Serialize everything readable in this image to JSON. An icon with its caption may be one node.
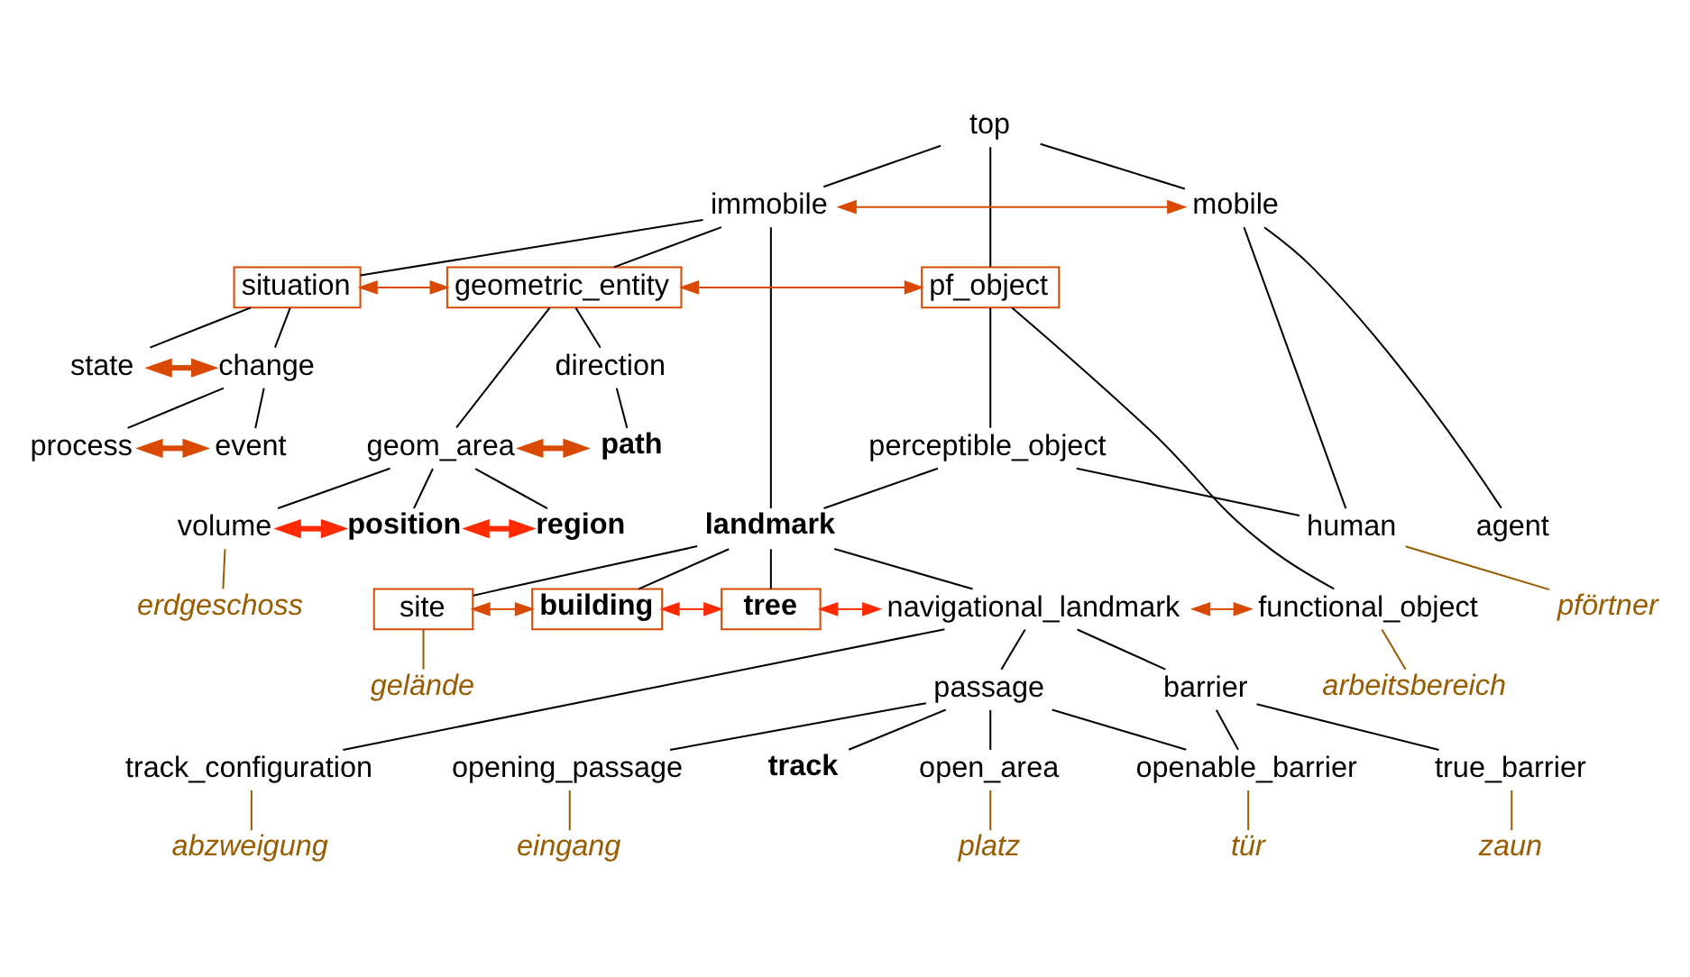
{
  "diagram": {
    "nodes": [
      {
        "text": [
          "top"
        ]
      },
      {
        "text": [
          "immobile"
        ]
      },
      {
        "text": [
          "mobile"
        ]
      },
      {
        "text": [
          "situation"
        ]
      },
      {
        "text": [
          "geometric_entity"
        ]
      },
      {
        "text": [
          "pf_object"
        ]
      },
      {
        "text": [
          "state"
        ]
      },
      {
        "text": [
          "change"
        ]
      },
      {
        "text": [
          "direction"
        ]
      },
      {
        "text": [
          "process"
        ]
      },
      {
        "text": [
          "event"
        ]
      },
      {
        "text": [
          "geom_area"
        ]
      },
      {
        "text": [
          "path"
        ]
      },
      {
        "text": [
          "perceptible_object"
        ]
      },
      {
        "text": [
          "volume"
        ]
      },
      {
        "text": [
          "position"
        ]
      },
      {
        "text": [
          "region"
        ]
      },
      {
        "text": [
          "landmark"
        ]
      },
      {
        "text": [
          "human"
        ]
      },
      {
        "text": [
          "agent"
        ]
      },
      {
        "text": [
          "erdgeschoss"
        ]
      },
      {
        "text": [
          "pförtner"
        ]
      },
      {
        "text": [
          "site"
        ]
      },
      {
        "text": [
          "building"
        ]
      },
      {
        "text": [
          "tree"
        ]
      },
      {
        "text": [
          "navigational_landmark"
        ]
      },
      {
        "text": [
          "functional_object"
        ]
      },
      {
        "text": [
          "gelände"
        ]
      },
      {
        "text": [
          "barrier"
        ]
      },
      {
        "text": [
          "passage"
        ]
      },
      {
        "text": [
          "arbeitsbereich"
        ]
      },
      {
        "text": [
          "true_barrier"
        ]
      },
      {
        "text": [
          "openable_barrier"
        ]
      },
      {
        "text": [
          "opening_passage"
        ]
      },
      {
        "text": [
          "track"
        ]
      },
      {
        "text": [
          "open_area"
        ]
      },
      {
        "text": [
          "track_configuration"
        ]
      },
      {
        "text": [
          "zaun"
        ]
      },
      {
        "text": [
          "tür"
        ]
      },
      {
        "text": [
          "eingang"
        ]
      },
      {
        "text": [
          "platz"
        ]
      },
      {
        "text": [
          "abzweigung"
        ]
      }
    ],
    "edges": [
      {
        "from": 0,
        "to": 1,
        "arrow": "none"
      },
      {
        "from": 0,
        "to": 2,
        "arrow": "none"
      },
      {
        "from": 0,
        "to": 5,
        "arrow": "none"
      },
      {
        "from": 1,
        "to": 2,
        "arrow": "both",
        "color": "#d94a00"
      },
      {
        "from": 1,
        "to": 3,
        "arrow": "none"
      },
      {
        "from": 1,
        "to": 4,
        "arrow": "none"
      },
      {
        "from": 1,
        "to": 17,
        "arrow": "none"
      },
      {
        "from": 2,
        "to": 18,
        "arrow": "none"
      },
      {
        "from": 2,
        "to": 19,
        "arrow": "none"
      },
      {
        "from": 3,
        "to": 4,
        "arrow": "both",
        "color": "#d94a00"
      },
      {
        "from": 4,
        "to": 5,
        "arrow": "both",
        "color": "#d94a00"
      },
      {
        "from": 3,
        "to": 6,
        "arrow": "none"
      },
      {
        "from": 3,
        "to": 7,
        "arrow": "none"
      },
      {
        "from": 6,
        "to": 7,
        "arrow": "both",
        "style": "thick",
        "color": "#d94a00"
      },
      {
        "from": 4,
        "to": 11,
        "arrow": "none"
      },
      {
        "from": 4,
        "to": 8,
        "arrow": "none"
      },
      {
        "from": 8,
        "to": 12,
        "arrow": "none"
      },
      {
        "from": 5,
        "to": 13,
        "arrow": "none"
      },
      {
        "from": 5,
        "to": 26,
        "arrow": "none"
      },
      {
        "from": 7,
        "to": 9,
        "arrow": "none"
      },
      {
        "from": 7,
        "to": 10,
        "arrow": "none"
      },
      {
        "from": 9,
        "to": 10,
        "arrow": "both",
        "style": "thick",
        "color": "#d94a00"
      },
      {
        "from": 11,
        "to": 12,
        "arrow": "both",
        "style": "thick",
        "color": "#d94a00"
      },
      {
        "from": 13,
        "to": 17,
        "arrow": "none"
      },
      {
        "from": 13,
        "to": 18,
        "arrow": "none"
      },
      {
        "from": 11,
        "to": 14,
        "arrow": "none"
      },
      {
        "from": 11,
        "to": 15,
        "arrow": "none"
      },
      {
        "from": 11,
        "to": 16,
        "arrow": "none"
      },
      {
        "from": 14,
        "to": 15,
        "arrow": "both",
        "style": "thick",
        "color": "#ff2a00"
      },
      {
        "from": 15,
        "to": 16,
        "arrow": "both",
        "style": "thick",
        "color": "#ff2a00"
      },
      {
        "from": 14,
        "to": 20,
        "arrow": "none",
        "color": "#995c00"
      },
      {
        "from": 18,
        "to": 21,
        "arrow": "none",
        "color": "#995c00"
      },
      {
        "from": 17,
        "to": 22,
        "arrow": "none"
      },
      {
        "from": 17,
        "to": 23,
        "arrow": "none"
      },
      {
        "from": 17,
        "to": 24,
        "arrow": "none"
      },
      {
        "from": 17,
        "to": 25,
        "arrow": "none"
      },
      {
        "from": 22,
        "to": 23,
        "arrow": "both",
        "color": "#d94a00"
      },
      {
        "from": 23,
        "to": 24,
        "arrow": "both",
        "color": "#ff2a00"
      },
      {
        "from": 24,
        "to": 25,
        "arrow": "both",
        "color": "#ff2a00"
      },
      {
        "from": 25,
        "to": 26,
        "arrow": "both",
        "color": "#d94a00"
      },
      {
        "from": 22,
        "to": 27,
        "arrow": "none",
        "color": "#995c00"
      },
      {
        "from": 26,
        "to": 30,
        "arrow": "none",
        "color": "#995c00"
      },
      {
        "from": 25,
        "to": 28,
        "arrow": "none"
      },
      {
        "from": 25,
        "to": 29,
        "arrow": "none"
      },
      {
        "from": 25,
        "to": 36,
        "arrow": "none"
      },
      {
        "from": 28,
        "to": 31,
        "arrow": "none"
      },
      {
        "from": 28,
        "to": 32,
        "arrow": "none"
      },
      {
        "from": 29,
        "to": 32,
        "arrow": "none"
      },
      {
        "from": 29,
        "to": 33,
        "arrow": "none"
      },
      {
        "from": 29,
        "to": 34,
        "arrow": "none"
      },
      {
        "from": 29,
        "to": 35,
        "arrow": "none"
      },
      {
        "from": 31,
        "to": 37,
        "arrow": "none",
        "color": "#995c00"
      },
      {
        "from": 32,
        "to": 38,
        "arrow": "none",
        "color": "#995c00"
      },
      {
        "from": 33,
        "to": 39,
        "arrow": "none",
        "color": "#995c00"
      },
      {
        "from": 35,
        "to": 40,
        "arrow": "none",
        "color": "#995c00"
      },
      {
        "from": 36,
        "to": 41,
        "arrow": "none",
        "color": "#995c00"
      }
    ]
  }
}
